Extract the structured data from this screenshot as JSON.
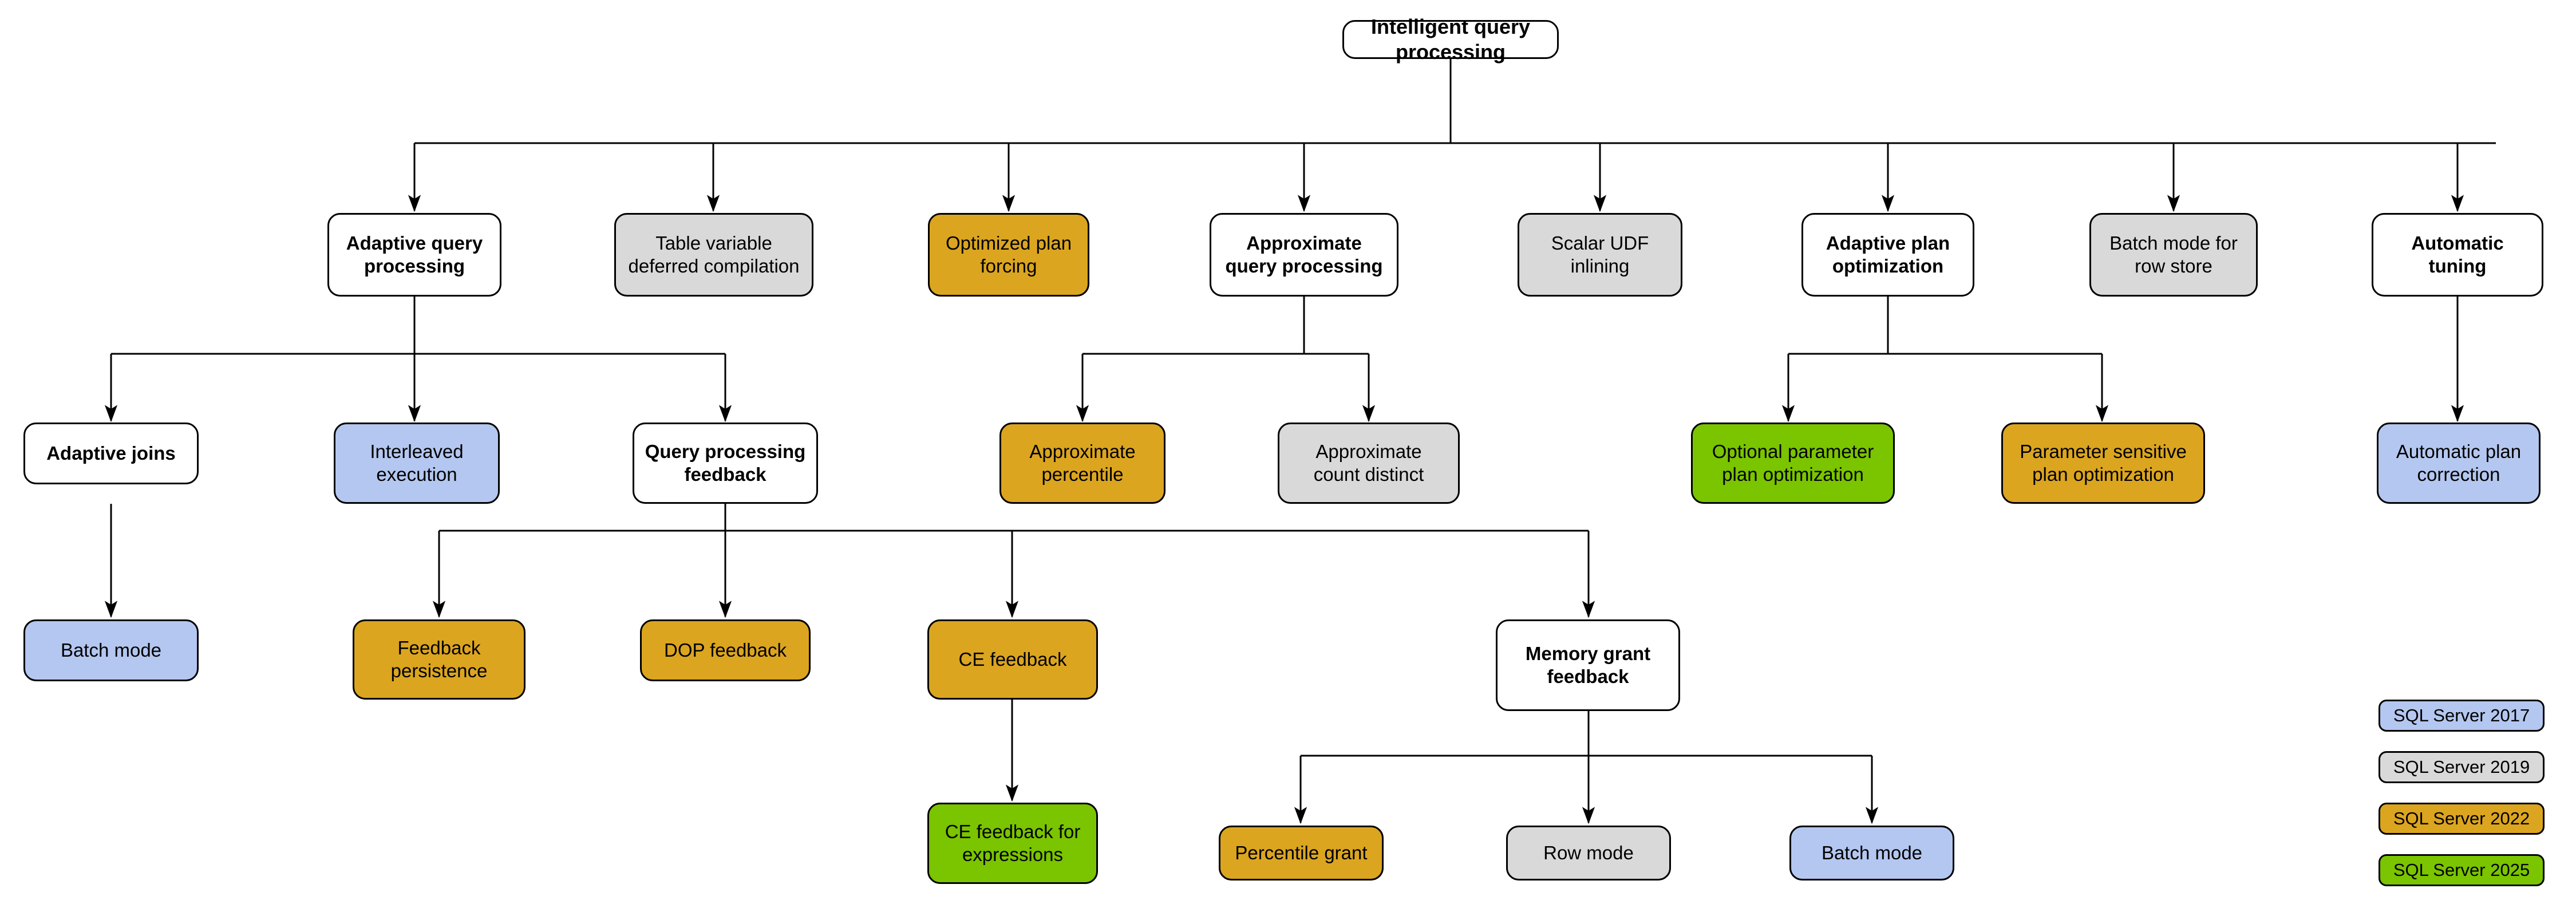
{
  "diagram": {
    "title": "Intelligent query processing feature family",
    "root": {
      "label": "Intelligent query\nprocessing",
      "version": "base"
    },
    "nodes": [
      {
        "id": "adaptive-query-processing",
        "label": "Adaptive query\nprocessing",
        "version": "base"
      },
      {
        "id": "table-variable-deferred",
        "label": "Table variable\ndeferred compilation",
        "version": "2019"
      },
      {
        "id": "optimized-plan-forcing",
        "label": "Optimized plan\nforcing",
        "version": "2022"
      },
      {
        "id": "approximate-query-processing",
        "label": "Approximate\nquery processing",
        "version": "base"
      },
      {
        "id": "scalar-udf-inlining",
        "label": "Scalar UDF\ninlining",
        "version": "2019"
      },
      {
        "id": "adaptive-plan-optimization",
        "label": "Adaptive plan\noptimization",
        "version": "base"
      },
      {
        "id": "batch-mode-for-row-store",
        "label": "Batch mode for\nrow store",
        "version": "2019"
      },
      {
        "id": "automatic-tuning",
        "label": "Automatic\ntuning",
        "version": "base"
      },
      {
        "id": "adaptive-joins",
        "label": "Adaptive joins",
        "version": "base"
      },
      {
        "id": "interleaved-execution",
        "label": "Interleaved\nexecution",
        "version": "2017"
      },
      {
        "id": "query-processing-feedback",
        "label": "Query processing\nfeedback",
        "version": "base"
      },
      {
        "id": "approximate-percentile",
        "label": "Approximate\npercentile",
        "version": "2022"
      },
      {
        "id": "approximate-count-distinct",
        "label": "Approximate\ncount distinct",
        "version": "2019"
      },
      {
        "id": "optional-parameter-plan-optimization",
        "label": "Optional parameter\nplan optimization",
        "version": "2025"
      },
      {
        "id": "parameter-sensitive-plan-optimization",
        "label": "Parameter sensitive\nplan optimization",
        "version": "2022"
      },
      {
        "id": "automatic-plan-correction",
        "label": "Automatic plan\ncorrection",
        "version": "2017"
      },
      {
        "id": "batch-mode-adaptive-joins",
        "label": "Batch mode",
        "version": "2017"
      },
      {
        "id": "feedback-persistence",
        "label": "Feedback\npersistence",
        "version": "2022"
      },
      {
        "id": "dop-feedback",
        "label": "DOP feedback",
        "version": "2022"
      },
      {
        "id": "ce-feedback",
        "label": "CE feedback",
        "version": "2022"
      },
      {
        "id": "memory-grant-feedback",
        "label": "Memory grant\nfeedback",
        "version": "base"
      },
      {
        "id": "ce-feedback-for-expressions",
        "label": "CE feedback for\nexpressions",
        "version": "2025"
      },
      {
        "id": "percentile-grant",
        "label": "Percentile grant",
        "version": "2022"
      },
      {
        "id": "row-mode",
        "label": "Row mode",
        "version": "2019"
      },
      {
        "id": "batch-mode-memory-grant",
        "label": "Batch mode",
        "version": "2017"
      }
    ]
  },
  "legend": {
    "items": [
      {
        "label": "SQL Server 2017",
        "color": "#b4c7f0"
      },
      {
        "label": "SQL Server 2019",
        "color": "#d9d9d9"
      },
      {
        "label": "SQL Server 2022",
        "color": "#dba520"
      },
      {
        "label": "SQL Server 2025",
        "color": "#7ac400"
      }
    ]
  },
  "colors": {
    "base": "#ffffff",
    "v2017": "#b4c7f0",
    "v2019": "#d9d9d9",
    "v2022": "#dba520",
    "v2025": "#7ac400",
    "stroke": "#000000"
  }
}
